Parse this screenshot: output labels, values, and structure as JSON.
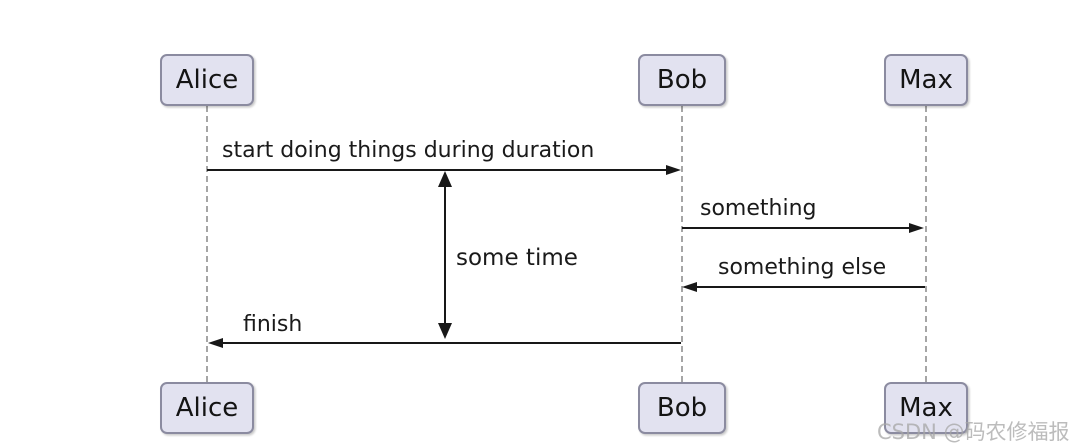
{
  "diagram": {
    "type": "uml-sequence",
    "participants": [
      {
        "name": "Alice"
      },
      {
        "name": "Bob"
      },
      {
        "name": "Max"
      }
    ],
    "messages": [
      {
        "label": "start doing things during duration",
        "from": "Alice",
        "to": "Bob",
        "direction": "right",
        "style": "solid"
      },
      {
        "label": "something",
        "from": "Bob",
        "to": "Max",
        "direction": "right",
        "style": "solid"
      },
      {
        "label": "something else",
        "from": "Max",
        "to": "Bob",
        "direction": "left",
        "style": "solid"
      },
      {
        "label": "finish",
        "from": "Bob",
        "to": "Alice",
        "direction": "left",
        "style": "solid"
      }
    ],
    "duration": {
      "label": "some time",
      "spans": "from first message to finish message",
      "arrow": "vertical-double-headed"
    },
    "colors": {
      "participant_fill": "#E2E2F0",
      "participant_border": "#8B8BA0",
      "participant_text": "#141414",
      "lifeline": "#A6A6A6",
      "arrow": "#181818",
      "message_text": "#1A1A1A",
      "background": "#FFFFFF",
      "watermark_text_color": "#A5A5A5"
    }
  },
  "watermark": {
    "text": "CSDN @码农修福报"
  }
}
